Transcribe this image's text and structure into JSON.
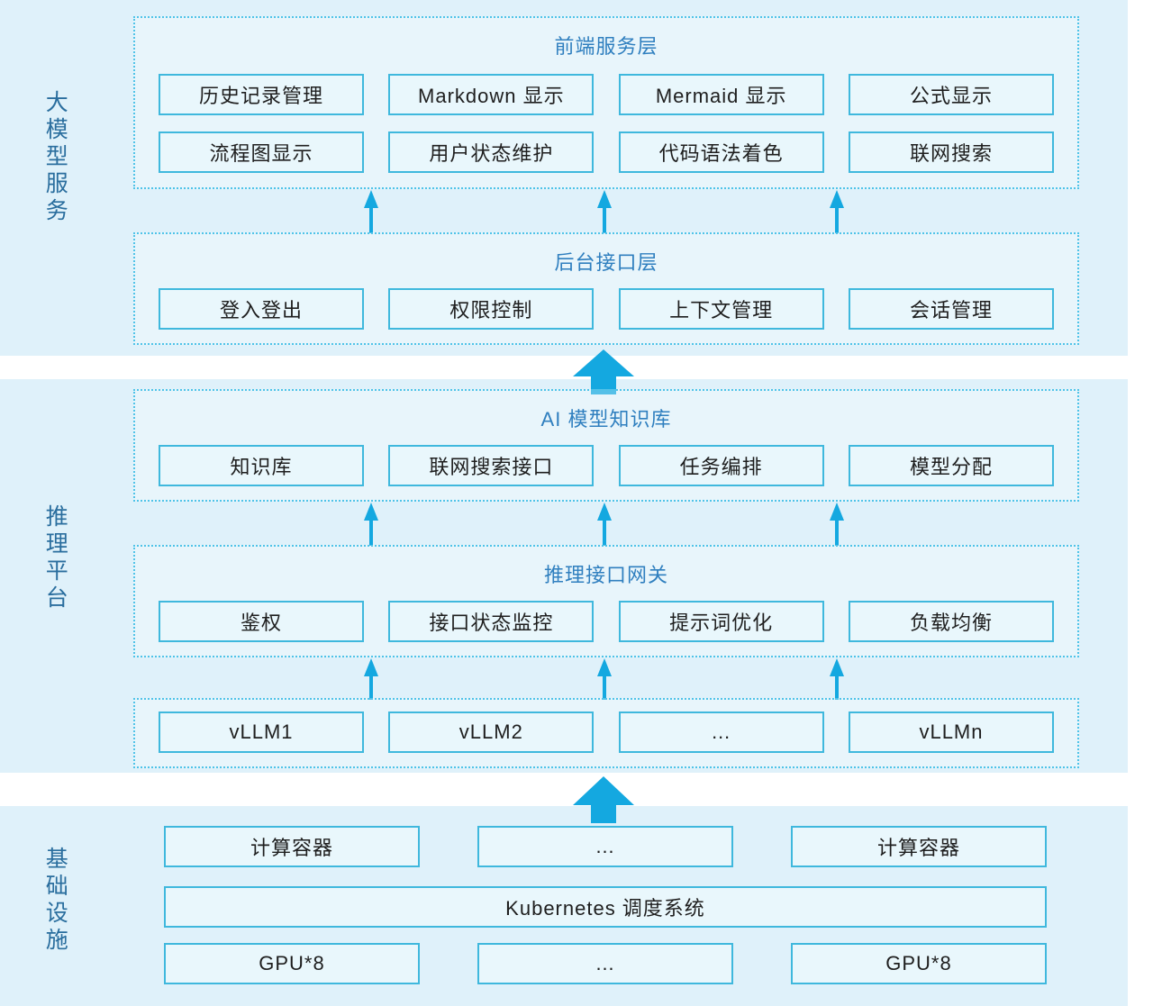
{
  "sections": [
    {
      "label": "大模型服务"
    },
    {
      "label": "推理平台"
    },
    {
      "label": "基础设施"
    }
  ],
  "panels": {
    "frontend": {
      "title": "前端服务层",
      "row1": [
        "历史记录管理",
        "Markdown 显示",
        "Mermaid 显示",
        "公式显示"
      ],
      "row2": [
        "流程图显示",
        "用户状态维护",
        "代码语法着色",
        "联网搜索"
      ]
    },
    "backend": {
      "title": "后台接口层",
      "row1": [
        "登入登出",
        "权限控制",
        "上下文管理",
        "会话管理"
      ]
    },
    "knowledge": {
      "title": "AI 模型知识库",
      "row1": [
        "知识库",
        "联网搜索接口",
        "任务编排",
        "模型分配"
      ]
    },
    "gateway": {
      "title": "推理接口网关",
      "row1": [
        "鉴权",
        "接口状态监控",
        "提示词优化",
        "负载均衡"
      ]
    },
    "vllm": {
      "row1": [
        "vLLM1",
        "vLLM2",
        "…",
        "vLLMn"
      ]
    },
    "infrastructure": {
      "containers": [
        "计算容器",
        "…",
        "计算容器"
      ],
      "scheduler": "Kubernetes 调度系统",
      "gpus": [
        "GPU*8",
        "…",
        "GPU*8"
      ]
    }
  },
  "colors": {
    "band_background": "#dff1fa",
    "panel_border": "#4fc3e8",
    "box_border": "#3fb8dd",
    "box_fill": "#e9f7fc",
    "title_text": "#2f7fbf",
    "section_label": "#2a6e9e",
    "arrow": "#14a8e0"
  }
}
